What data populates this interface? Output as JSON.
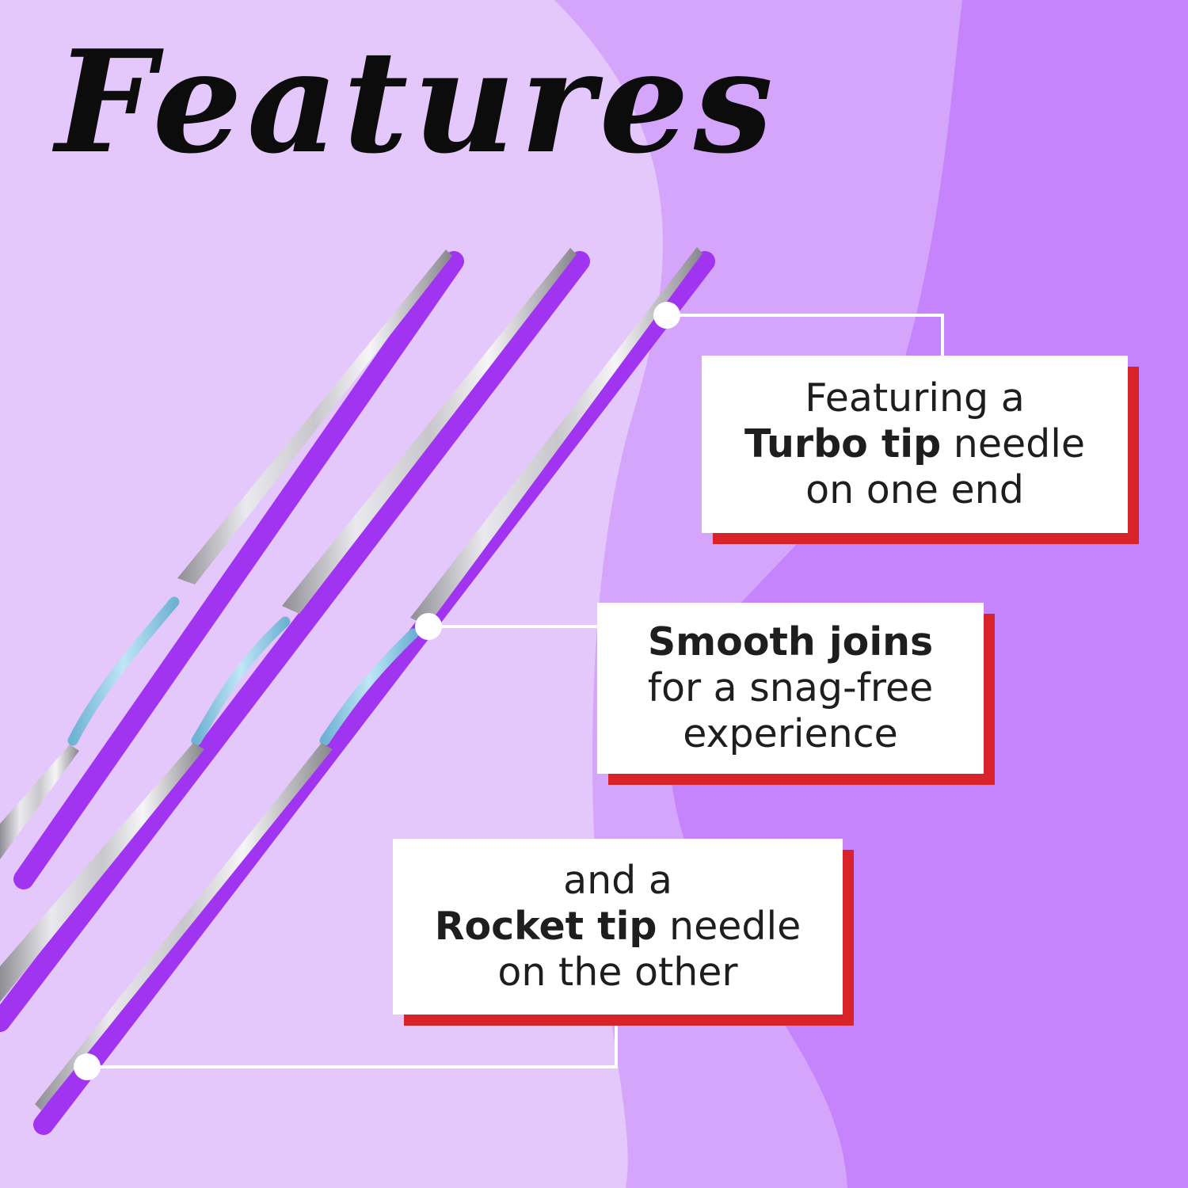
{
  "title": "Features",
  "colors": {
    "bg_light": "#e4c8fb",
    "bg_mid": "#d5a5fb",
    "bg_dark": "#c584fc",
    "accent_shadow": "#d9232a",
    "needle_shadow": "#a034f0",
    "cable": "#9fd2ea"
  },
  "callouts": [
    {
      "line1": "Featuring a",
      "line2_bold": "Turbo tip",
      "line2_rest": " needle",
      "line3": "on one end"
    },
    {
      "line1_bold": "Smooth joins",
      "line2": "for a snag-free",
      "line3": "experience"
    },
    {
      "line1": "and a",
      "line2_bold": "Rocket tip",
      "line2_rest": " needle",
      "line3": "on the other"
    }
  ]
}
